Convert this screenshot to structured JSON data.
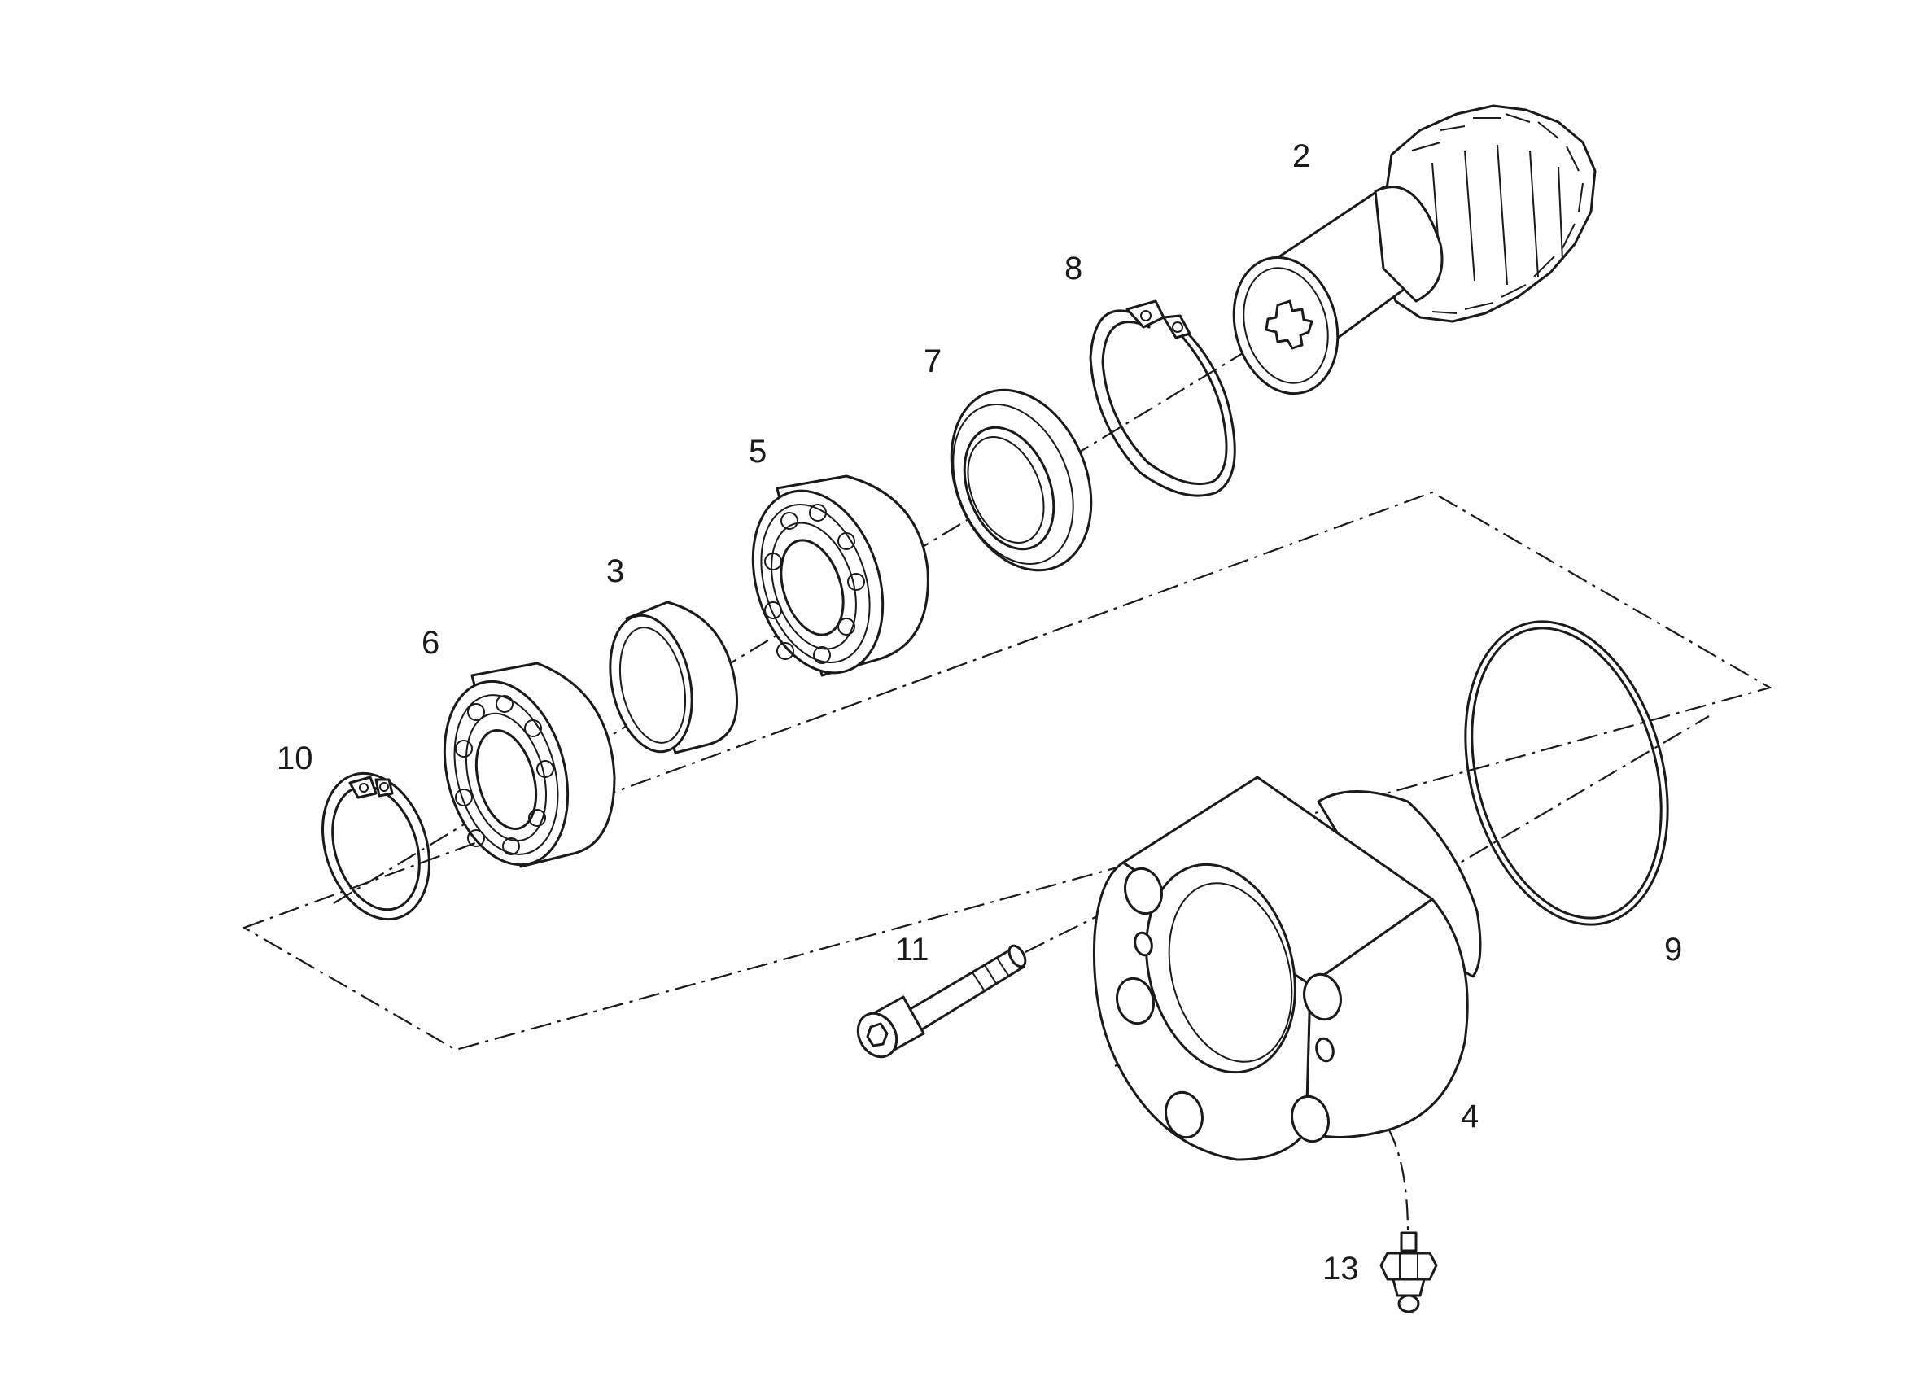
{
  "diagram": {
    "labels": {
      "p2": "2",
      "p3": "3",
      "p4": "4",
      "p5": "5",
      "p6": "6",
      "p7": "7",
      "p8": "8",
      "p9": "9",
      "p10": "10",
      "p11": "11",
      "p13": "13"
    }
  }
}
